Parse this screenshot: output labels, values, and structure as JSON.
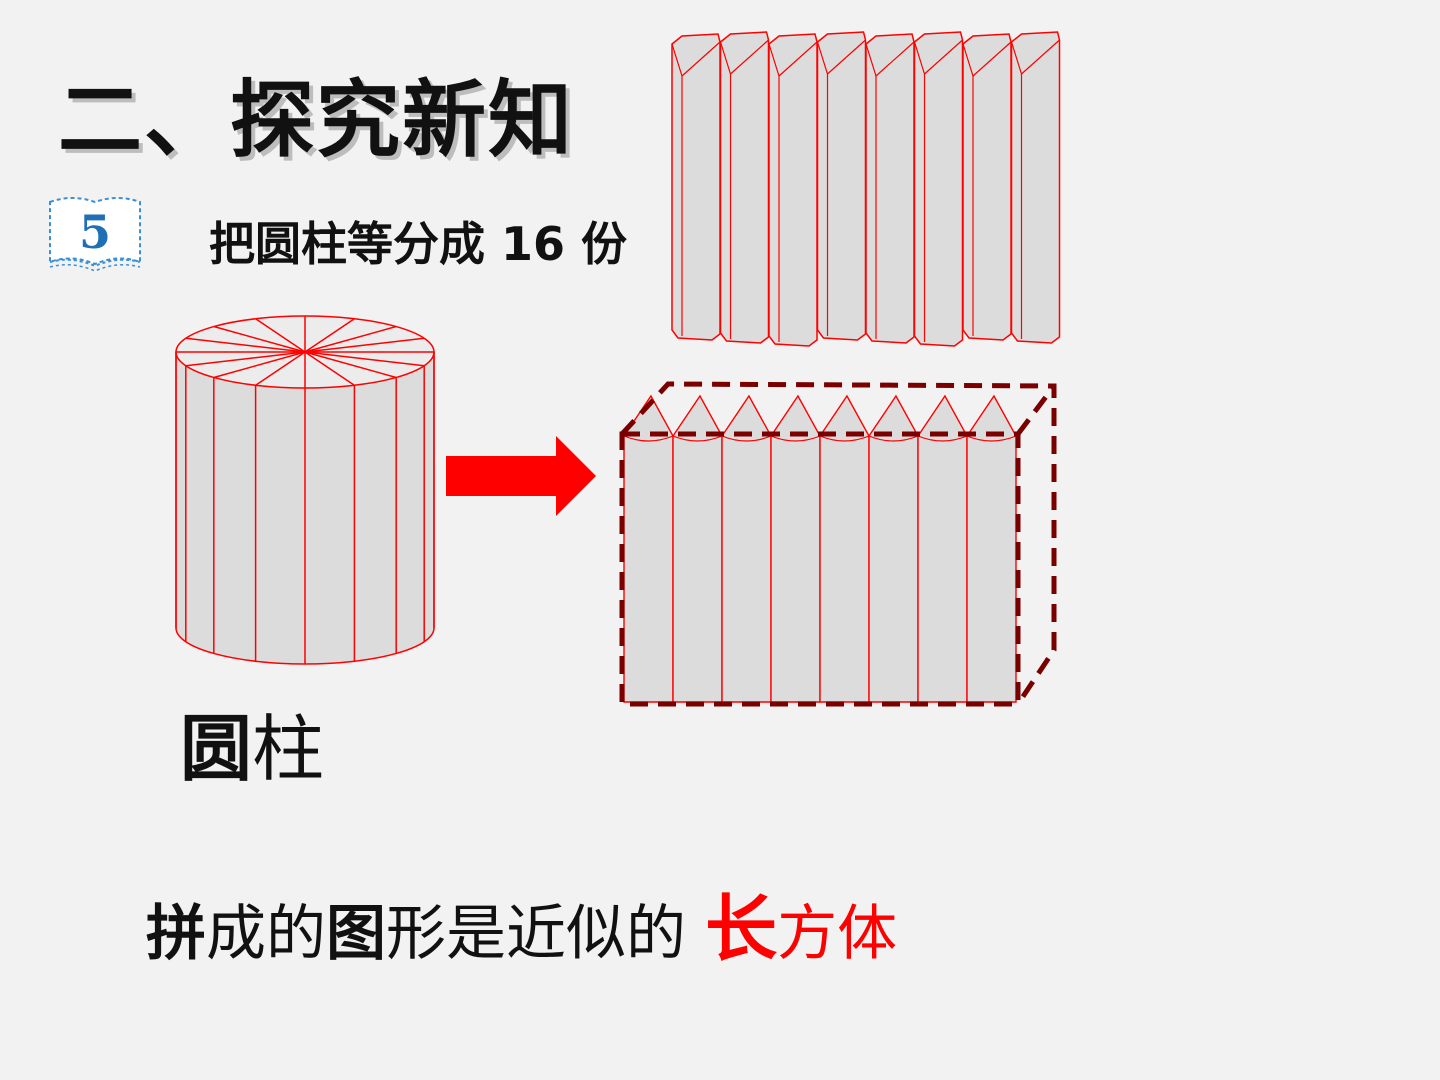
{
  "title": "二、探究新知",
  "badge": {
    "number": "5",
    "icon": "open-book-icon"
  },
  "instruction": "把圆柱等分成 16 份",
  "cylinder_label": {
    "bold_char": "圆",
    "rest": "柱"
  },
  "conclusion": {
    "part1": "拼",
    "part2": "成的",
    "part3": "图",
    "part4": "形是近似的 ",
    "highlight_bold": "长",
    "highlight_rest": "方体"
  },
  "colors": {
    "background": "#f2f2f2",
    "outline_red": "#ff0000",
    "slice_fill": "#dcdcdc",
    "dashed_box": "#7a0000",
    "badge_blue": "#1e6fb5",
    "highlight": "#ff0000"
  },
  "illustrations": {
    "cylinder_slices": 16,
    "wedge_count": 8,
    "arrow": "right-arrow-icon"
  }
}
